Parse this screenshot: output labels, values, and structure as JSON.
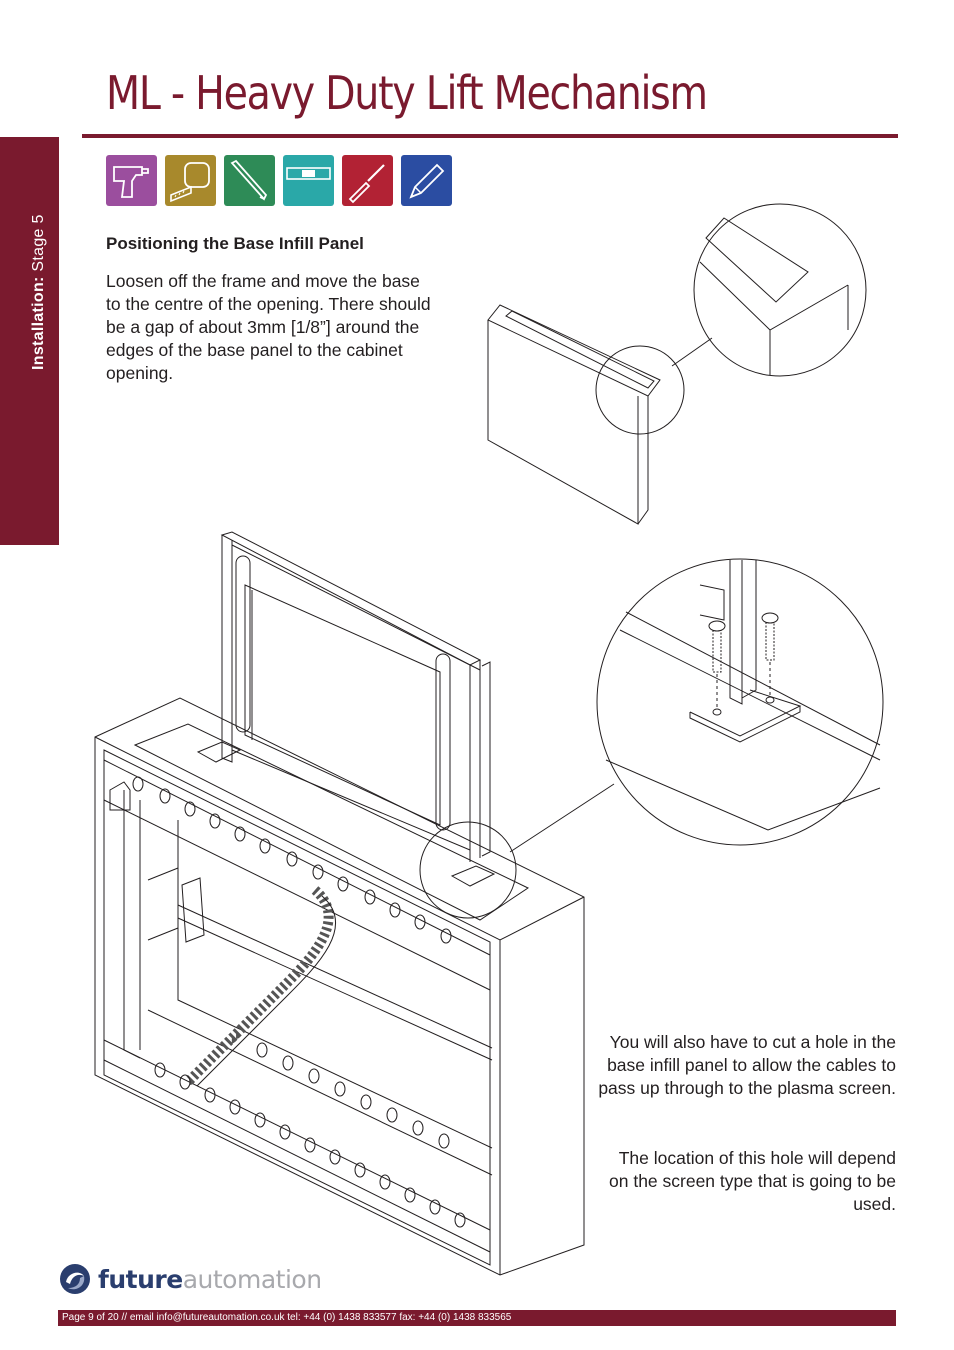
{
  "page": {
    "title": "ML - Heavy Duty Lift Mechanism",
    "side_label_bold": "Installation:",
    "side_label_rest": " Stage 5"
  },
  "tools": [
    {
      "name": "drill",
      "color": "#9b4e9e"
    },
    {
      "name": "tape-measure",
      "color": "#a8892c"
    },
    {
      "name": "allen-key",
      "color": "#2e8b57"
    },
    {
      "name": "spirit-level",
      "color": "#2aa8a8"
    },
    {
      "name": "screwdriver",
      "color": "#b22234"
    },
    {
      "name": "pencil",
      "color": "#2b4da2"
    }
  ],
  "section": {
    "heading": "Positioning the Base Infill Panel",
    "body": "Loosen off the frame and move the base to the centre of the opening. There should be a gap of about 3mm [1/8”] around the edges of the base panel to the cabinet opening."
  },
  "notes": {
    "cut_hole": "You will also have to cut a hole in the base infill panel to allow the cables to pass up through to the plasma screen.",
    "hole_location": "The location of this hole will depend on the screen type that is going to be used."
  },
  "brand": {
    "logo_bold": "future",
    "logo_light": "automation"
  },
  "footer": {
    "text": "Page 9 of 20 // email info@futureautomation.co.uk  tel: +44 (0) 1438 833577  fax: +44 (0) 1438 833565"
  },
  "colors": {
    "accent": "#7a1a2e",
    "logo_blue": "#2a3e6e",
    "logo_grey": "#a8a9ad"
  }
}
